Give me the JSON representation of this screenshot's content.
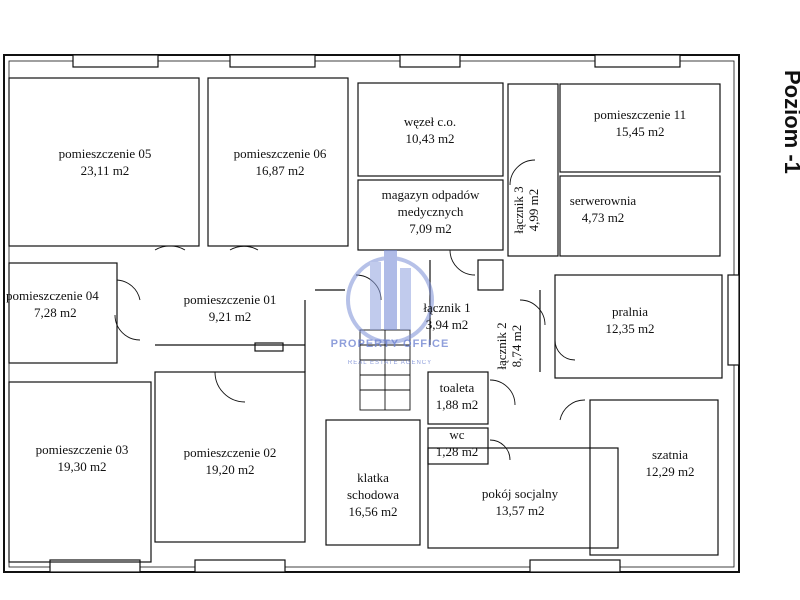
{
  "level": {
    "title": "Poziom -1"
  },
  "watermark": {
    "name": "PROPERTY OFFICE",
    "subtitle": "REAL ESTATE AGENCY"
  },
  "rooms": {
    "r05": {
      "name": "pomieszczenie 05",
      "area": "23,11 m2"
    },
    "r06": {
      "name": "pomieszczenie 06",
      "area": "16,87 m2"
    },
    "wezel": {
      "name": "węzeł c.o.",
      "area": "10,43 m2"
    },
    "r11": {
      "name": "pomieszczenie 11",
      "area": "15,45 m2"
    },
    "magazyn": {
      "name_line1": "magazyn odpadów",
      "name_line2": "medycznych",
      "area": "7,09 m2"
    },
    "lacznik3": {
      "name": "łącznik 3",
      "area": "4,99 m2"
    },
    "serwerownia": {
      "name": "serwerownia",
      "area": "4,73 m2"
    },
    "r04": {
      "name": "pomieszczenie 04",
      "area": "7,28 m2"
    },
    "r01": {
      "name": "pomieszczenie 01",
      "area": "9,21 m2"
    },
    "lacznik1": {
      "name": "łącznik 1",
      "area": "3,94 m2"
    },
    "lacznik2": {
      "name": "łącznik 2",
      "area": "8,74 m2"
    },
    "pralnia": {
      "name": "pralnia",
      "area": "12,35 m2"
    },
    "toaleta": {
      "name": "toaleta",
      "area": "1,88 m2"
    },
    "wc": {
      "name": "wc",
      "area": "1,28 m2"
    },
    "r03": {
      "name": "pomieszczenie 03",
      "area": "19,30 m2"
    },
    "r02": {
      "name": "pomieszczenie 02",
      "area": "19,20 m2"
    },
    "klatka": {
      "name_line1": "klatka",
      "name_line2": "schodowa",
      "area": "16,56 m2"
    },
    "pokoj": {
      "name": "pokój socjalny",
      "area": "13,57 m2"
    },
    "szatnia": {
      "name": "szatnia",
      "area": "12,29 m2"
    }
  }
}
